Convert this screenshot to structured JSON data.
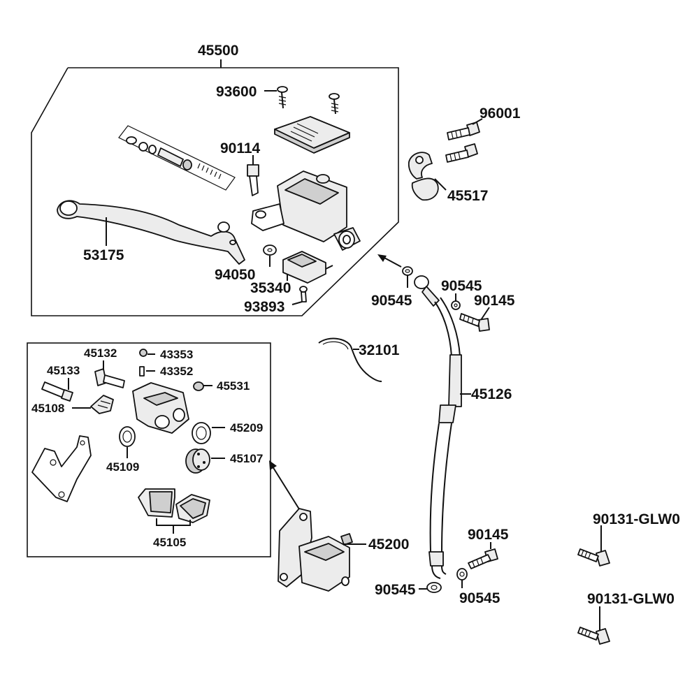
{
  "labels": {
    "assy_master_cylinder": "45500",
    "screw_cap": "93600",
    "bolt_96001": "96001",
    "bolt_90114": "90114",
    "holder_45517": "45517",
    "lever": "53175",
    "washer_94050": "94050",
    "switch_35340": "35340",
    "screw_93893": "93893",
    "washer_90545_a": "90545",
    "washer_90545_b": "90545",
    "bolt_90145_a": "90145",
    "wire_32101": "32101",
    "hose_45126": "45126",
    "pin_45132": "45132",
    "bleeder_cap_43353": "43353",
    "bleeder_43352": "43352",
    "pin_45133": "45133",
    "spring_45108": "45108",
    "boot_45531": "45531",
    "seal_45209": "45209",
    "seal_45109": "45109",
    "piston_45107": "45107",
    "pads_45105": "45105",
    "caliper_45200": "45200",
    "bolt_90145_b": "90145",
    "washer_90545_c": "90545",
    "washer_90545_d": "90545",
    "bolt_glw_a": "90131-GLW0",
    "bolt_glw_b": "90131-GLW0"
  },
  "colors": {
    "line": "#111111",
    "part_fill": "#ececec",
    "part_shade": "#cfcfcf",
    "background": "#ffffff"
  }
}
